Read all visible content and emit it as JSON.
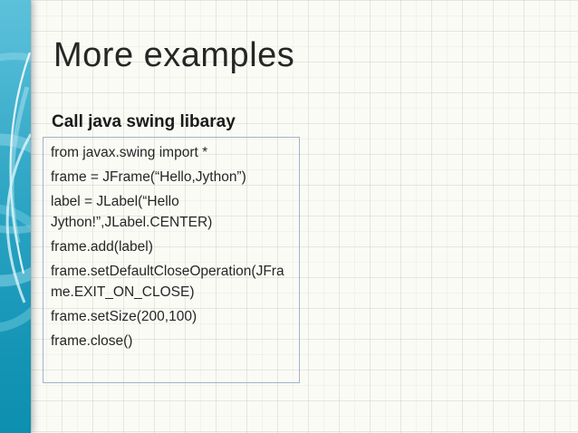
{
  "slide": {
    "title": "More examples",
    "subtitle": "Call java swing libaray",
    "code_box": {
      "lines": [
        "from javax.swing import *",
        "frame = JFrame(“Hello,Jython”)",
        "label = JLabel(“Hello Jython!”,JLabel.CENTER)",
        "frame.add(label)",
        "frame.setDefaultCloseOperation(JFrame.EXIT_ON_CLOSE)",
        "frame.setSize(200,100)",
        "frame.close()"
      ]
    }
  },
  "colors": {
    "sidebar_top": "#5cc1db",
    "sidebar_bottom": "#0d8fb0",
    "sidebar_swirl_light": "#8ad6e5",
    "sidebar_swirl_white": "#f2fbfd",
    "paper_background": "#fbfbf6",
    "grid_line": "#e3e3dc",
    "code_box_border": "#a0b4ca",
    "text": "#262626"
  }
}
